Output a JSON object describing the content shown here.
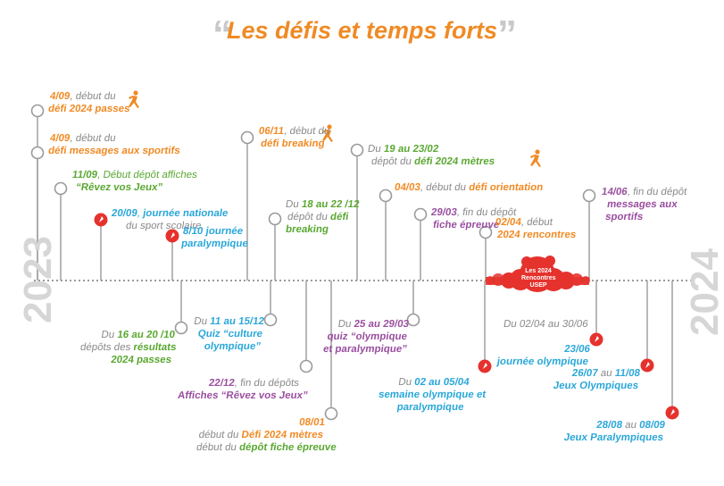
{
  "title": "Les défis et temps forts",
  "years": {
    "start": "2023",
    "end": "2024"
  },
  "colors": {
    "orange": "#f08a24",
    "green": "#5aa832",
    "blue": "#2aa7d9",
    "purple": "#9a4fa0",
    "gray": "#8a8a8a",
    "red": "#e5322d"
  },
  "events": {
    "e1": {
      "date": "4/09",
      "pre": ", début du",
      "name": "défi 2024 passes"
    },
    "e2": {
      "date": "4/09",
      "pre": ", début du",
      "name": "défi messages aux sportifs"
    },
    "e3": {
      "date": "11/09",
      "pre": ", Début dépôt affiches",
      "name": "“Rêvez vos Jeux”"
    },
    "e4": {
      "date": "20/09",
      "pre": ", ",
      "name": "journée nationale",
      "post": "du sport scolaire"
    },
    "e5": {
      "date": "8/10",
      "name1": "journée",
      "name2": "paralympique"
    },
    "e6": {
      "date": "06/11",
      "pre": ", début du",
      "name": "défi breaking"
    },
    "e7": {
      "pre": "Du ",
      "date": "18 au 22 /12",
      "mid": "dépôt du ",
      "name1": "défi",
      "name2": "breaking"
    },
    "e8": {
      "pre": "Du ",
      "date": "19 au 23/02",
      "mid": "dépôt du ",
      "name": "défi 2024 mètres"
    },
    "e9": {
      "date": "04/03",
      "pre": ", début du ",
      "name": "défi orientation"
    },
    "e10": {
      "date": "29/03",
      "pre": ", fin du dépôt",
      "name": "fiche épreuve"
    },
    "e11": {
      "date": "02/04",
      "pre": ", début",
      "name": "2024 rencontres"
    },
    "e12": {
      "date": "14/06",
      "pre": ", fin du dépôt",
      "name1": "messages aux",
      "name2": "sportifs"
    },
    "e13": {
      "pre": "Du ",
      "date": "16 au 20 /10",
      "mid": "dépôts des ",
      "name1": "résultats",
      "name2": "2024 passes"
    },
    "e14": {
      "pre": "Du ",
      "date": "11 au 15/12",
      "name1": "Quiz “culture",
      "name2": "olympique”"
    },
    "e15": {
      "date": "22/12",
      "pre": ", fin du dépôts",
      "name": "Affiches “Rêvez vos Jeux”"
    },
    "e16": {
      "date": "08/01",
      "pre1": "début du ",
      "name1": "Défi 2024 mètres",
      "pre2": "début du ",
      "name2": "dépôt fiche épreuve"
    },
    "e17": {
      "pre": "Du ",
      "date": "25 au 29/03",
      "name1": "quiz “olympique",
      "name2": "et paralympique”"
    },
    "e18": {
      "pre": "Du ",
      "date": "02 au 05/04",
      "name1": "semaine olympique et",
      "name2": "paralympique"
    },
    "e19": {
      "pre": "Du ",
      "date": "02/04 au 30/06"
    },
    "e20": {
      "date": "23/06",
      "name": "journée olympique"
    },
    "e21": {
      "date1": "26/07",
      "mid": " au ",
      "date2": "11/08",
      "name": "Jeux Olympiques"
    },
    "e22": {
      "date1": "28/08",
      "mid": " au ",
      "date2": "08/09",
      "name": "Jeux Paralympiques"
    }
  },
  "rencontres": {
    "l1": "Les 2024",
    "l2": "Rencontres",
    "l3": "USEP"
  }
}
